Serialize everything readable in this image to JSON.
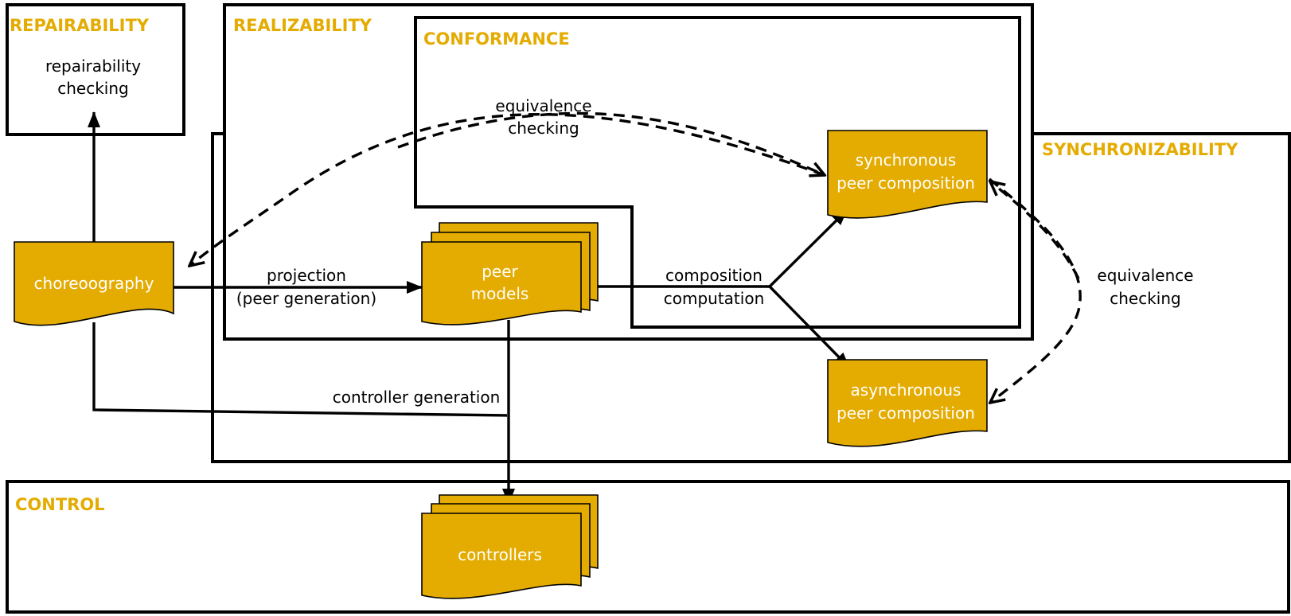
{
  "regions": {
    "repairability": "REPAIRABILITY",
    "realizability": "REALIZABILITY",
    "conformance": "CONFORMANCE",
    "synchronizability": "SYNCHRONIZABILITY",
    "control": "CONTROL"
  },
  "nodes": {
    "repairability_checking": [
      "repairability",
      "checking"
    ],
    "choreography": "choreoography",
    "peer_models": [
      "peer",
      "models"
    ],
    "sync_composition": [
      "synchronous",
      "peer composition"
    ],
    "async_composition": [
      "asynchronous",
      "peer composition"
    ],
    "controllers": "controllers"
  },
  "edges": {
    "projection": [
      "projection",
      "(peer generation)"
    ],
    "composition": [
      "composition",
      "computation"
    ],
    "equivalence_top": [
      "equivalence",
      "checking"
    ],
    "equivalence_right": [
      "equivalence",
      "checking"
    ],
    "controller_generation": "controller generation"
  },
  "colors": {
    "accent": "#e4ab00",
    "line": "#000000",
    "doc_text": "#ffffff"
  }
}
